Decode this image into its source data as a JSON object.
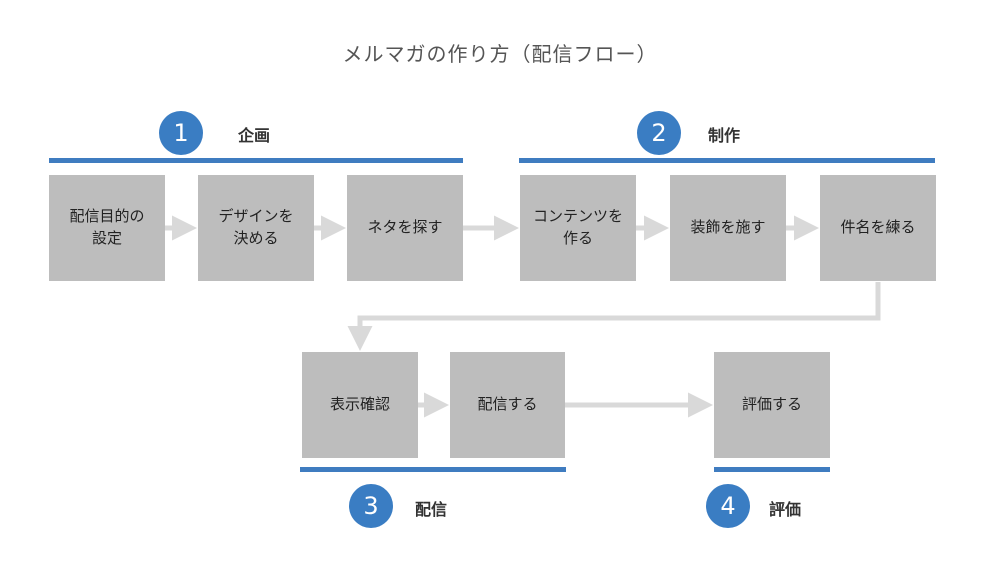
{
  "title": "メルマガの作り方（配信フロー）",
  "phases": [
    {
      "number": "1",
      "label": "企画"
    },
    {
      "number": "2",
      "label": "制作"
    },
    {
      "number": "3",
      "label": "配信"
    },
    {
      "number": "4",
      "label": "評価"
    }
  ],
  "steps": [
    "配信目的の\n設定",
    "デザインを\n決める",
    "ネタを探す",
    "コンテンツを\n作る",
    "装飾を施す",
    "件名を練る",
    "表示確認",
    "配信する",
    "評価する"
  ],
  "colors": {
    "accent": "#3f7cc0",
    "box": "#bdbdbd",
    "arrow": "#d9d9d9"
  }
}
